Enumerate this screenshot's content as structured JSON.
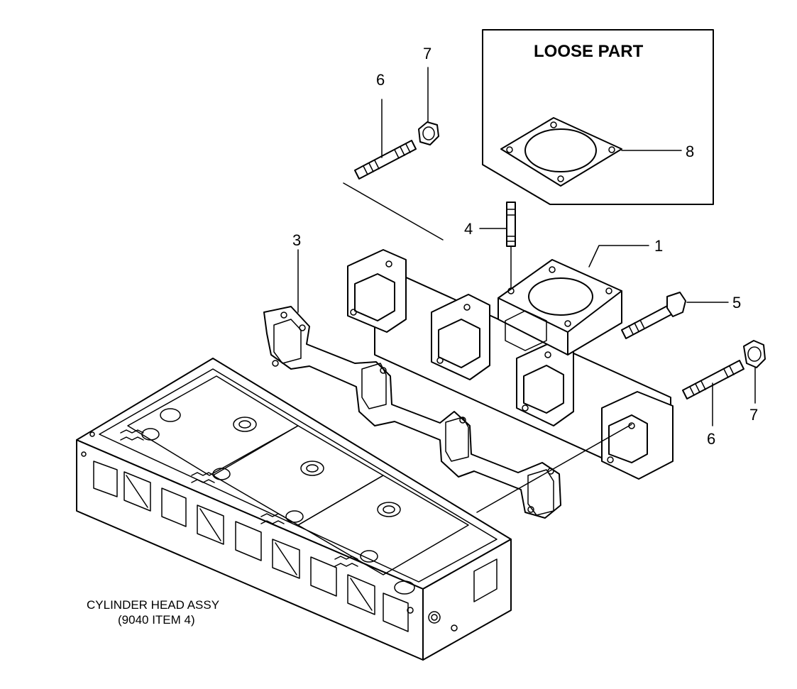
{
  "loose_part_box": {
    "title": "LOOSE PART"
  },
  "callouts": {
    "c1": "1",
    "c3": "3",
    "c4": "4",
    "c5": "5",
    "c6_top": "6",
    "c6_right": "6",
    "c7_top": "7",
    "c7_right": "7",
    "c8": "8"
  },
  "caption": {
    "line1": "CYLINDER HEAD ASSY",
    "line2": "(9040 ITEM 4)"
  },
  "colors": {
    "ink": "#000000",
    "paper": "#ffffff"
  }
}
